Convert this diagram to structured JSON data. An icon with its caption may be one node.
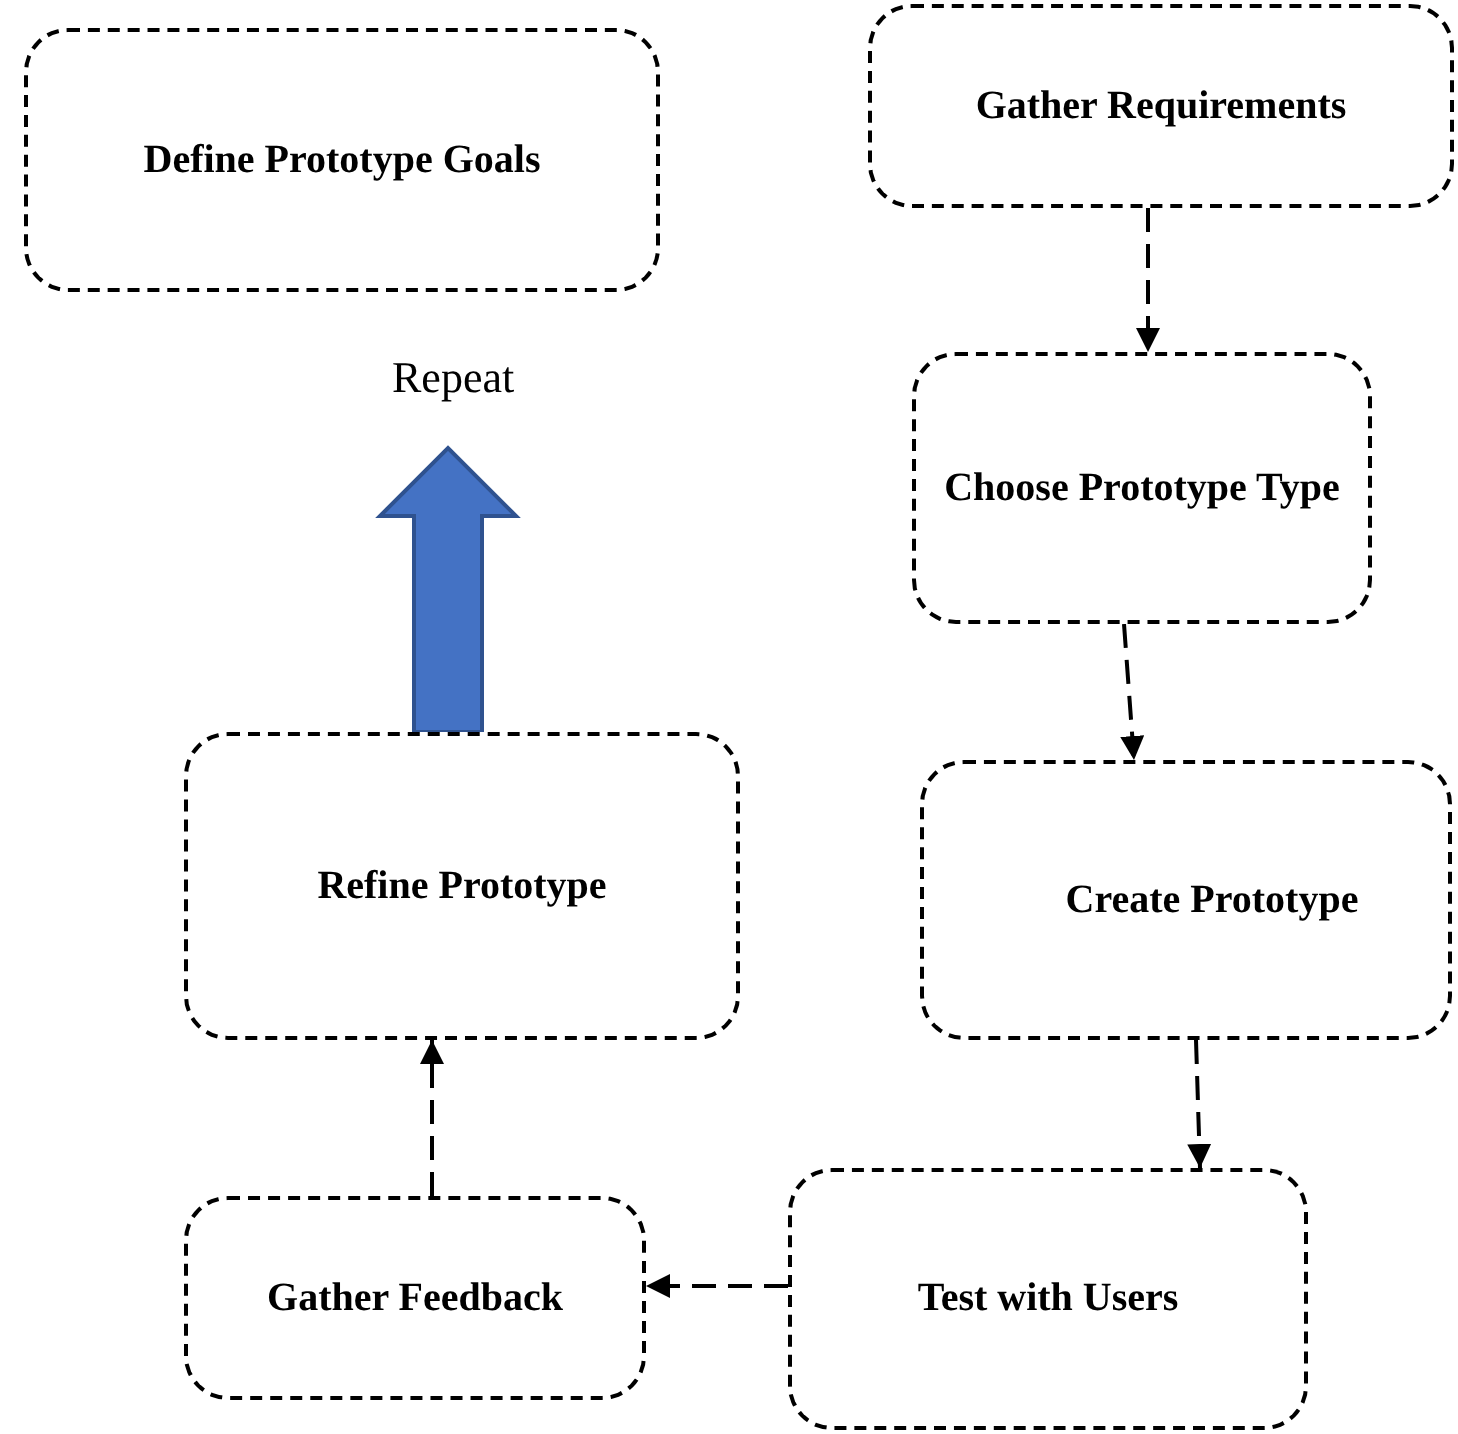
{
  "diagram": {
    "nodes": [
      {
        "text": [
          "Define Prototype Goals"
        ]
      },
      {
        "text": [
          "Gather Requirements"
        ]
      },
      {
        "text": [
          "Choose Prototype Type"
        ]
      },
      {
        "text": [
          "Create Prototype"
        ]
      },
      {
        "text": [
          "Test with Users"
        ]
      },
      {
        "text": [
          "Gather Feedback"
        ]
      },
      {
        "text": [
          "Refine Prototype"
        ]
      }
    ],
    "edges": [
      {
        "from": 1,
        "to": 2,
        "arrow": "to"
      },
      {
        "from": 2,
        "to": 3,
        "arrow": "to"
      },
      {
        "from": 3,
        "to": 4,
        "arrow": "to"
      },
      {
        "from": 4,
        "to": 5,
        "arrow": "to"
      },
      {
        "from": 5,
        "to": 6,
        "arrow": "to"
      },
      {
        "from": 6,
        "to": null,
        "arrow": "to",
        "style": "thick",
        "color": "#4472c4"
      }
    ],
    "labels": [
      "Repeat"
    ]
  }
}
